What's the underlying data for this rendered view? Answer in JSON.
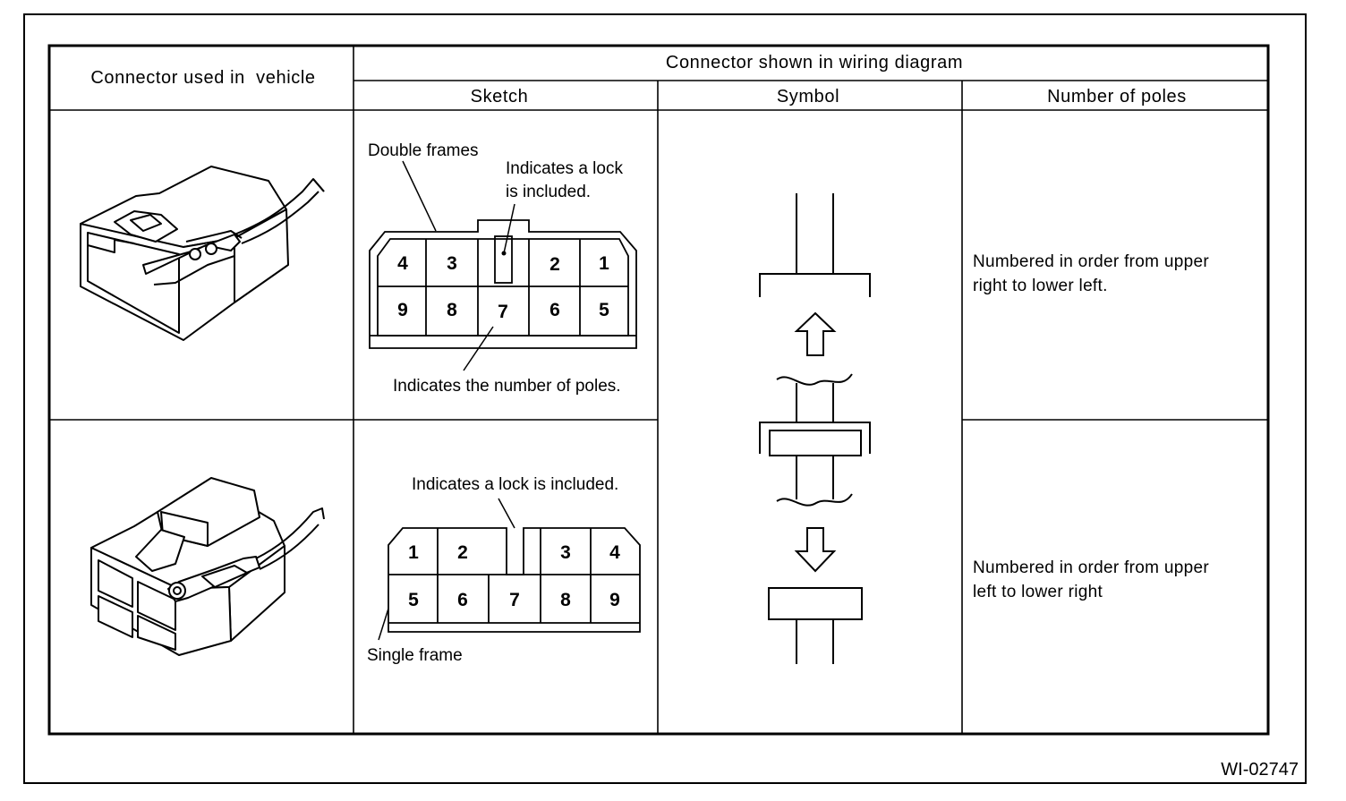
{
  "table": {
    "header_vehicle": "Connector used in  vehicle",
    "header_wiring": "Connector shown in wiring diagram",
    "header_sketch": "Sketch",
    "header_symbol": "Symbol",
    "header_poles": "Number of poles"
  },
  "row1": {
    "label_frames": "Double frames",
    "label_lock_line1": "Indicates a lock",
    "label_lock_line2": "is included.",
    "label_poles": "Indicates the number of poles.",
    "pins": [
      "4",
      "3",
      "2",
      "1",
      "9",
      "8",
      "7",
      "6",
      "5"
    ],
    "numbering_line1": "Numbered in order from upper",
    "numbering_line2": "right to lower left."
  },
  "row2": {
    "label_lock": "Indicates a lock is included.",
    "label_frame": "Single frame",
    "pins": [
      "1",
      "2",
      "3",
      "4",
      "5",
      "6",
      "7",
      "8",
      "9"
    ],
    "numbering_line1": "Numbered in order from upper",
    "numbering_line2": "left to lower right"
  },
  "figure_code": "WI-02747"
}
